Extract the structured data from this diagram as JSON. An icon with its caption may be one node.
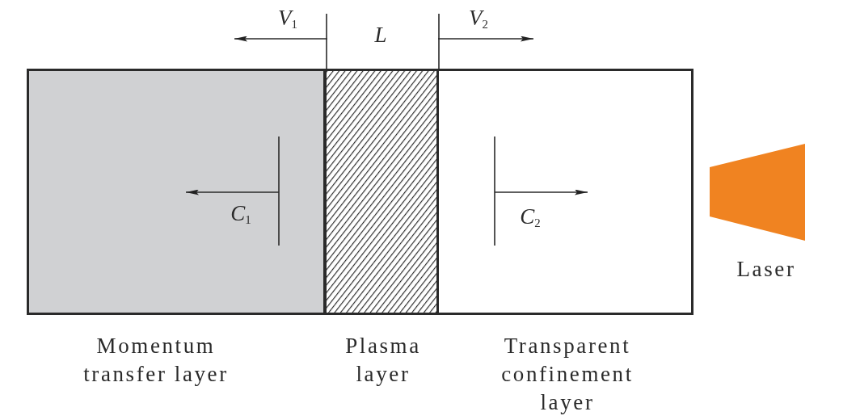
{
  "diagram": {
    "nodes": [
      {
        "text": [
          "Momentum transfer layer"
        ]
      },
      {
        "text": [
          "Plasma layer"
        ]
      },
      {
        "text": [
          "Transparent confinement layer"
        ]
      },
      {
        "text": [
          "Laser"
        ]
      }
    ],
    "labels": [
      "V$_{1}$",
      "L",
      "V$_{2}$",
      "C$_{1}$",
      "C$_{2}$"
    ]
  }
}
